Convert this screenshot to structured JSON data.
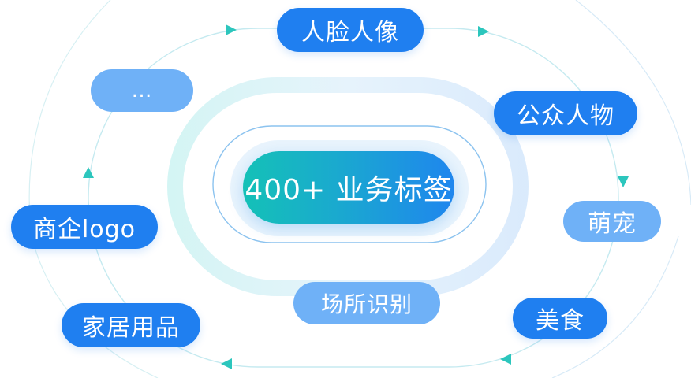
{
  "center": {
    "label": "400+ 业务标签"
  },
  "tags": {
    "face": "人脸人像",
    "public_figure": "公众人物",
    "pet": "萌宠",
    "food": "美食",
    "place": "场所识别",
    "home": "家居用品",
    "logo": "商企logo",
    "more": "…"
  },
  "colors": {
    "dark_pill": "#1f7ff0",
    "light_pill": "#6fb1f7",
    "gradient_start": "#14c1b7",
    "gradient_end": "#1f86ee",
    "arrow": "#2cc6bd"
  }
}
